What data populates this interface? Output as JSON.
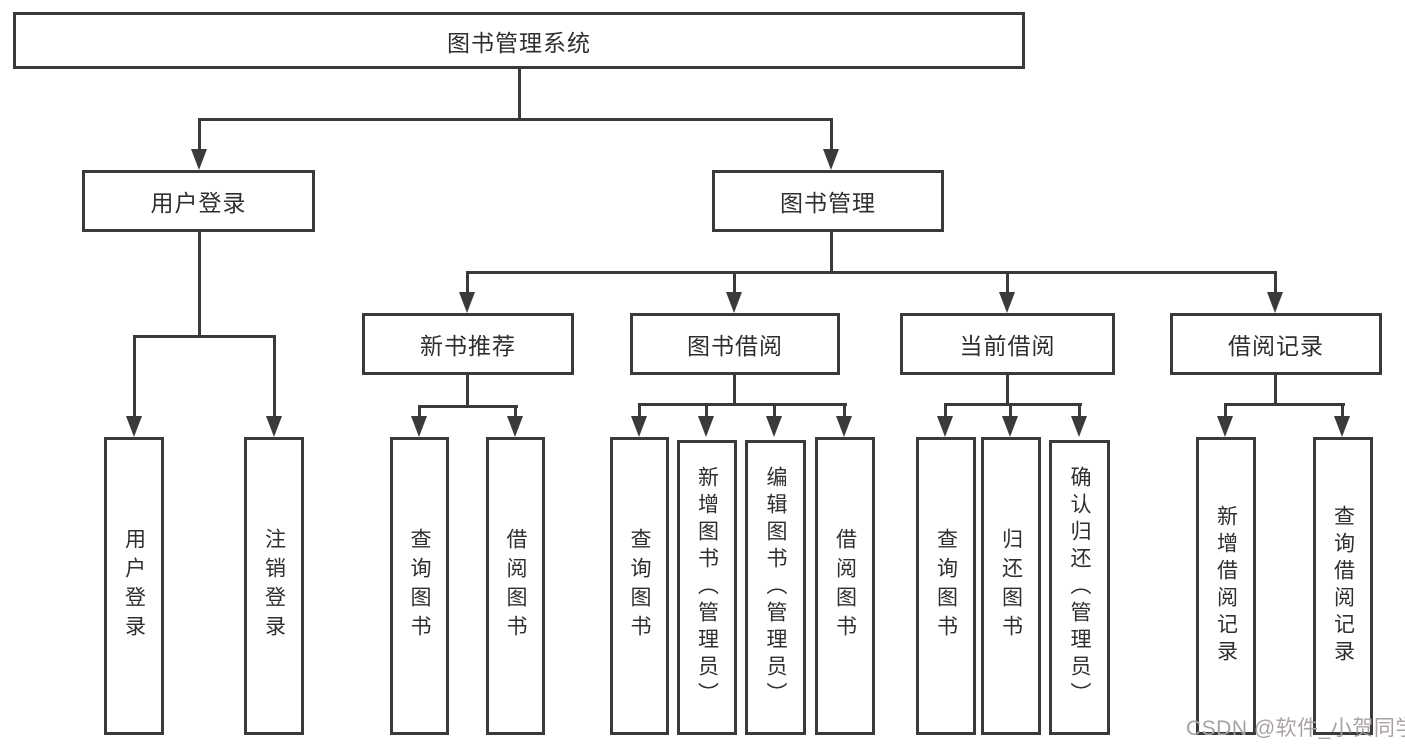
{
  "title": "图书管理系统",
  "watermark": "CSDN @软件_小贺同学",
  "colors": {
    "line": "#3a3a3a",
    "box_border": "#3a3a3a",
    "text": "#2f2f2f",
    "watermark": "#a9a2a2",
    "background": "#ffffff"
  },
  "diagram_type": "functional-structure-tree",
  "tree": {
    "label": "图书管理系统",
    "children": [
      {
        "label": "用户登录",
        "children": [
          {
            "label": "用户登录"
          },
          {
            "label": "注销登录"
          }
        ]
      },
      {
        "label": "图书管理",
        "children": [
          {
            "label": "新书推荐",
            "children": [
              {
                "label": "查询图书"
              },
              {
                "label": "借阅图书"
              }
            ]
          },
          {
            "label": "图书借阅",
            "children": [
              {
                "label": "查询图书"
              },
              {
                "label": "新增图书（管理员）"
              },
              {
                "label": "编辑图书（管理员）"
              },
              {
                "label": "借阅图书"
              }
            ]
          },
          {
            "label": "当前借阅",
            "children": [
              {
                "label": "查询图书"
              },
              {
                "label": "归还图书"
              },
              {
                "label": "确认归还（管理员）"
              }
            ]
          },
          {
            "label": "借阅记录",
            "children": [
              {
                "label": "新增借阅记录"
              },
              {
                "label": "查询借阅记录"
              }
            ]
          }
        ]
      }
    ]
  }
}
